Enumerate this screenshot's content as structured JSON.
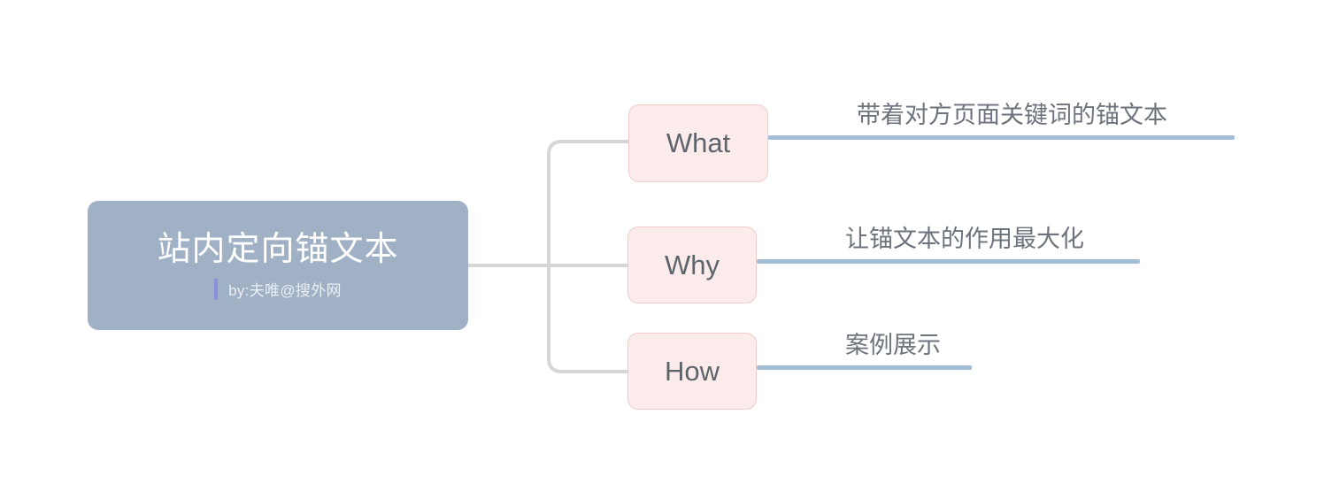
{
  "mindmap": {
    "root": {
      "title": "站内定向锚文本",
      "subtitle": "by:夫唯@搜外网",
      "bg_color": "#a0b1c5",
      "accent_bar_color": "#8b90dd",
      "title_color": "#ffffff"
    },
    "branches": [
      {
        "label": "What",
        "leaf": "带着对方页面关键词的锚文本",
        "node_bg": "#fbeceb",
        "node_border": "#f0cdca",
        "rule_color": "#a3bcd5"
      },
      {
        "label": "Why",
        "leaf": "让锚文本的作用最大化",
        "node_bg": "#fbeceb",
        "node_border": "#f0cdca",
        "rule_color": "#a3bcd5"
      },
      {
        "label": "How",
        "leaf": "案例展示",
        "node_bg": "#fbeceb",
        "node_border": "#f0cdca",
        "rule_color": "#a3bcd5"
      }
    ],
    "connector_color": "#d6d6d6",
    "background": "#ffffff"
  }
}
